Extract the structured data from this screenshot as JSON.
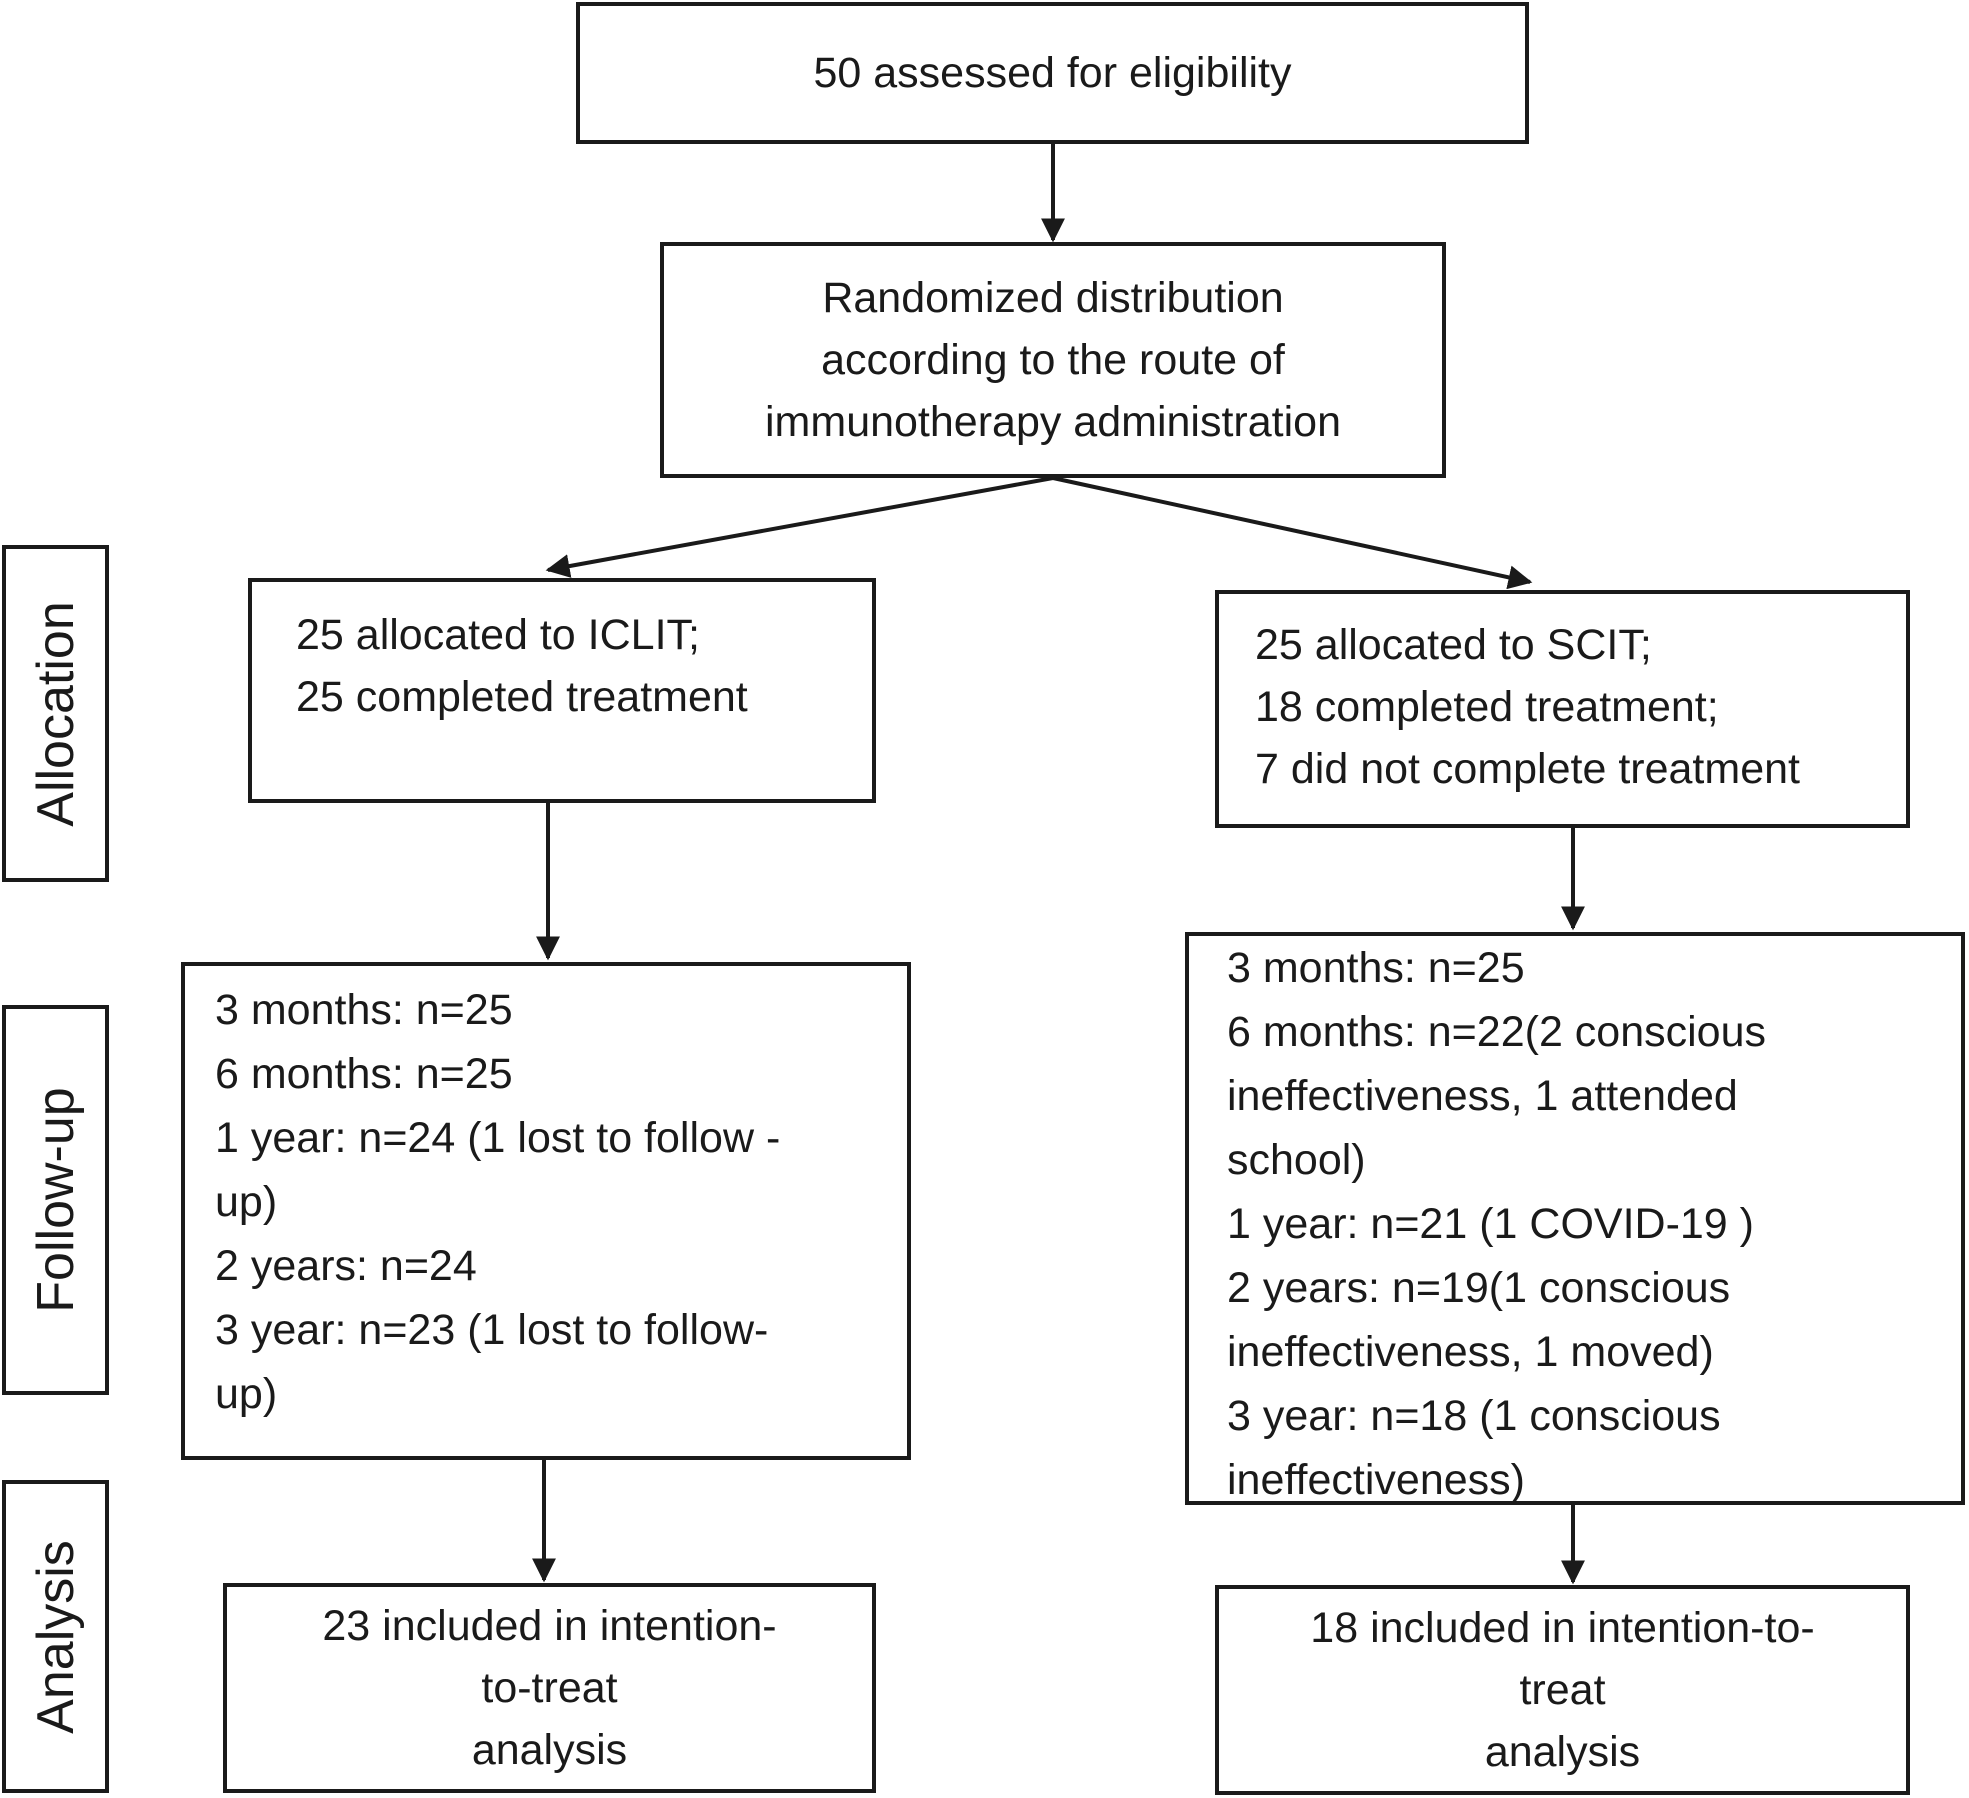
{
  "eligibility": {
    "text": "50 assessed for eligibility"
  },
  "randomization": {
    "lines": [
      "Randomized distribution",
      "according to the route of",
      "immunotherapy  administration"
    ]
  },
  "stages": {
    "allocation": "Allocation",
    "followup": "Follow-up",
    "analysis": "Analysis"
  },
  "iclit": {
    "allocation": [
      "25 allocated to ICLIT;",
      "25 completed treatment"
    ],
    "followup": [
      "3 months: n=25",
      "6 months: n=25",
      "1 year: n=24 (1 lost to follow -",
      "up)",
      "2 years: n=24",
      "3 year: n=23 (1 lost to follow-",
      "up)"
    ],
    "analysis": [
      "23 included in intention-",
      "to-treat",
      "analysis"
    ]
  },
  "scit": {
    "allocation": [
      "25 allocated to SCIT;",
      "18 completed treatment;",
      "7 did not complete treatment"
    ],
    "followup": [
      "3 months: n=25",
      "6 months: n=22(2 conscious",
      "ineffectiveness, 1 attended",
      "school)",
      "1 year: n=21 (1 COVID-19 )",
      "2 years: n=19(1 conscious",
      "ineffectiveness, 1 moved)",
      "3 year: n=18 (1 conscious",
      "ineffectiveness)"
    ],
    "analysis": [
      "18 included in intention-to-",
      "treat",
      "analysis"
    ]
  }
}
